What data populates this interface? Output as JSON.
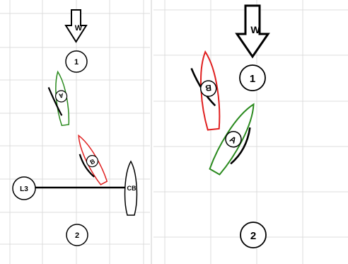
{
  "left_panel": {
    "wind": {
      "label": "W",
      "icon": "wind-arrow-icon"
    },
    "marks": {
      "mark_1": "1",
      "mark_2": "2",
      "line_left": "L3",
      "committee_boat": "CB"
    },
    "boats": [
      {
        "label": "A",
        "color": "#2a8a1e"
      },
      {
        "label": "B",
        "color": "#e02020"
      }
    ]
  },
  "right_panel": {
    "wind": {
      "label": "W",
      "icon": "wind-arrow-icon"
    },
    "marks": {
      "mark_1": "1",
      "mark_2": "2"
    },
    "boats": [
      {
        "label": "B",
        "color": "#e02020"
      },
      {
        "label": "A",
        "color": "#2a8a1e"
      }
    ]
  }
}
